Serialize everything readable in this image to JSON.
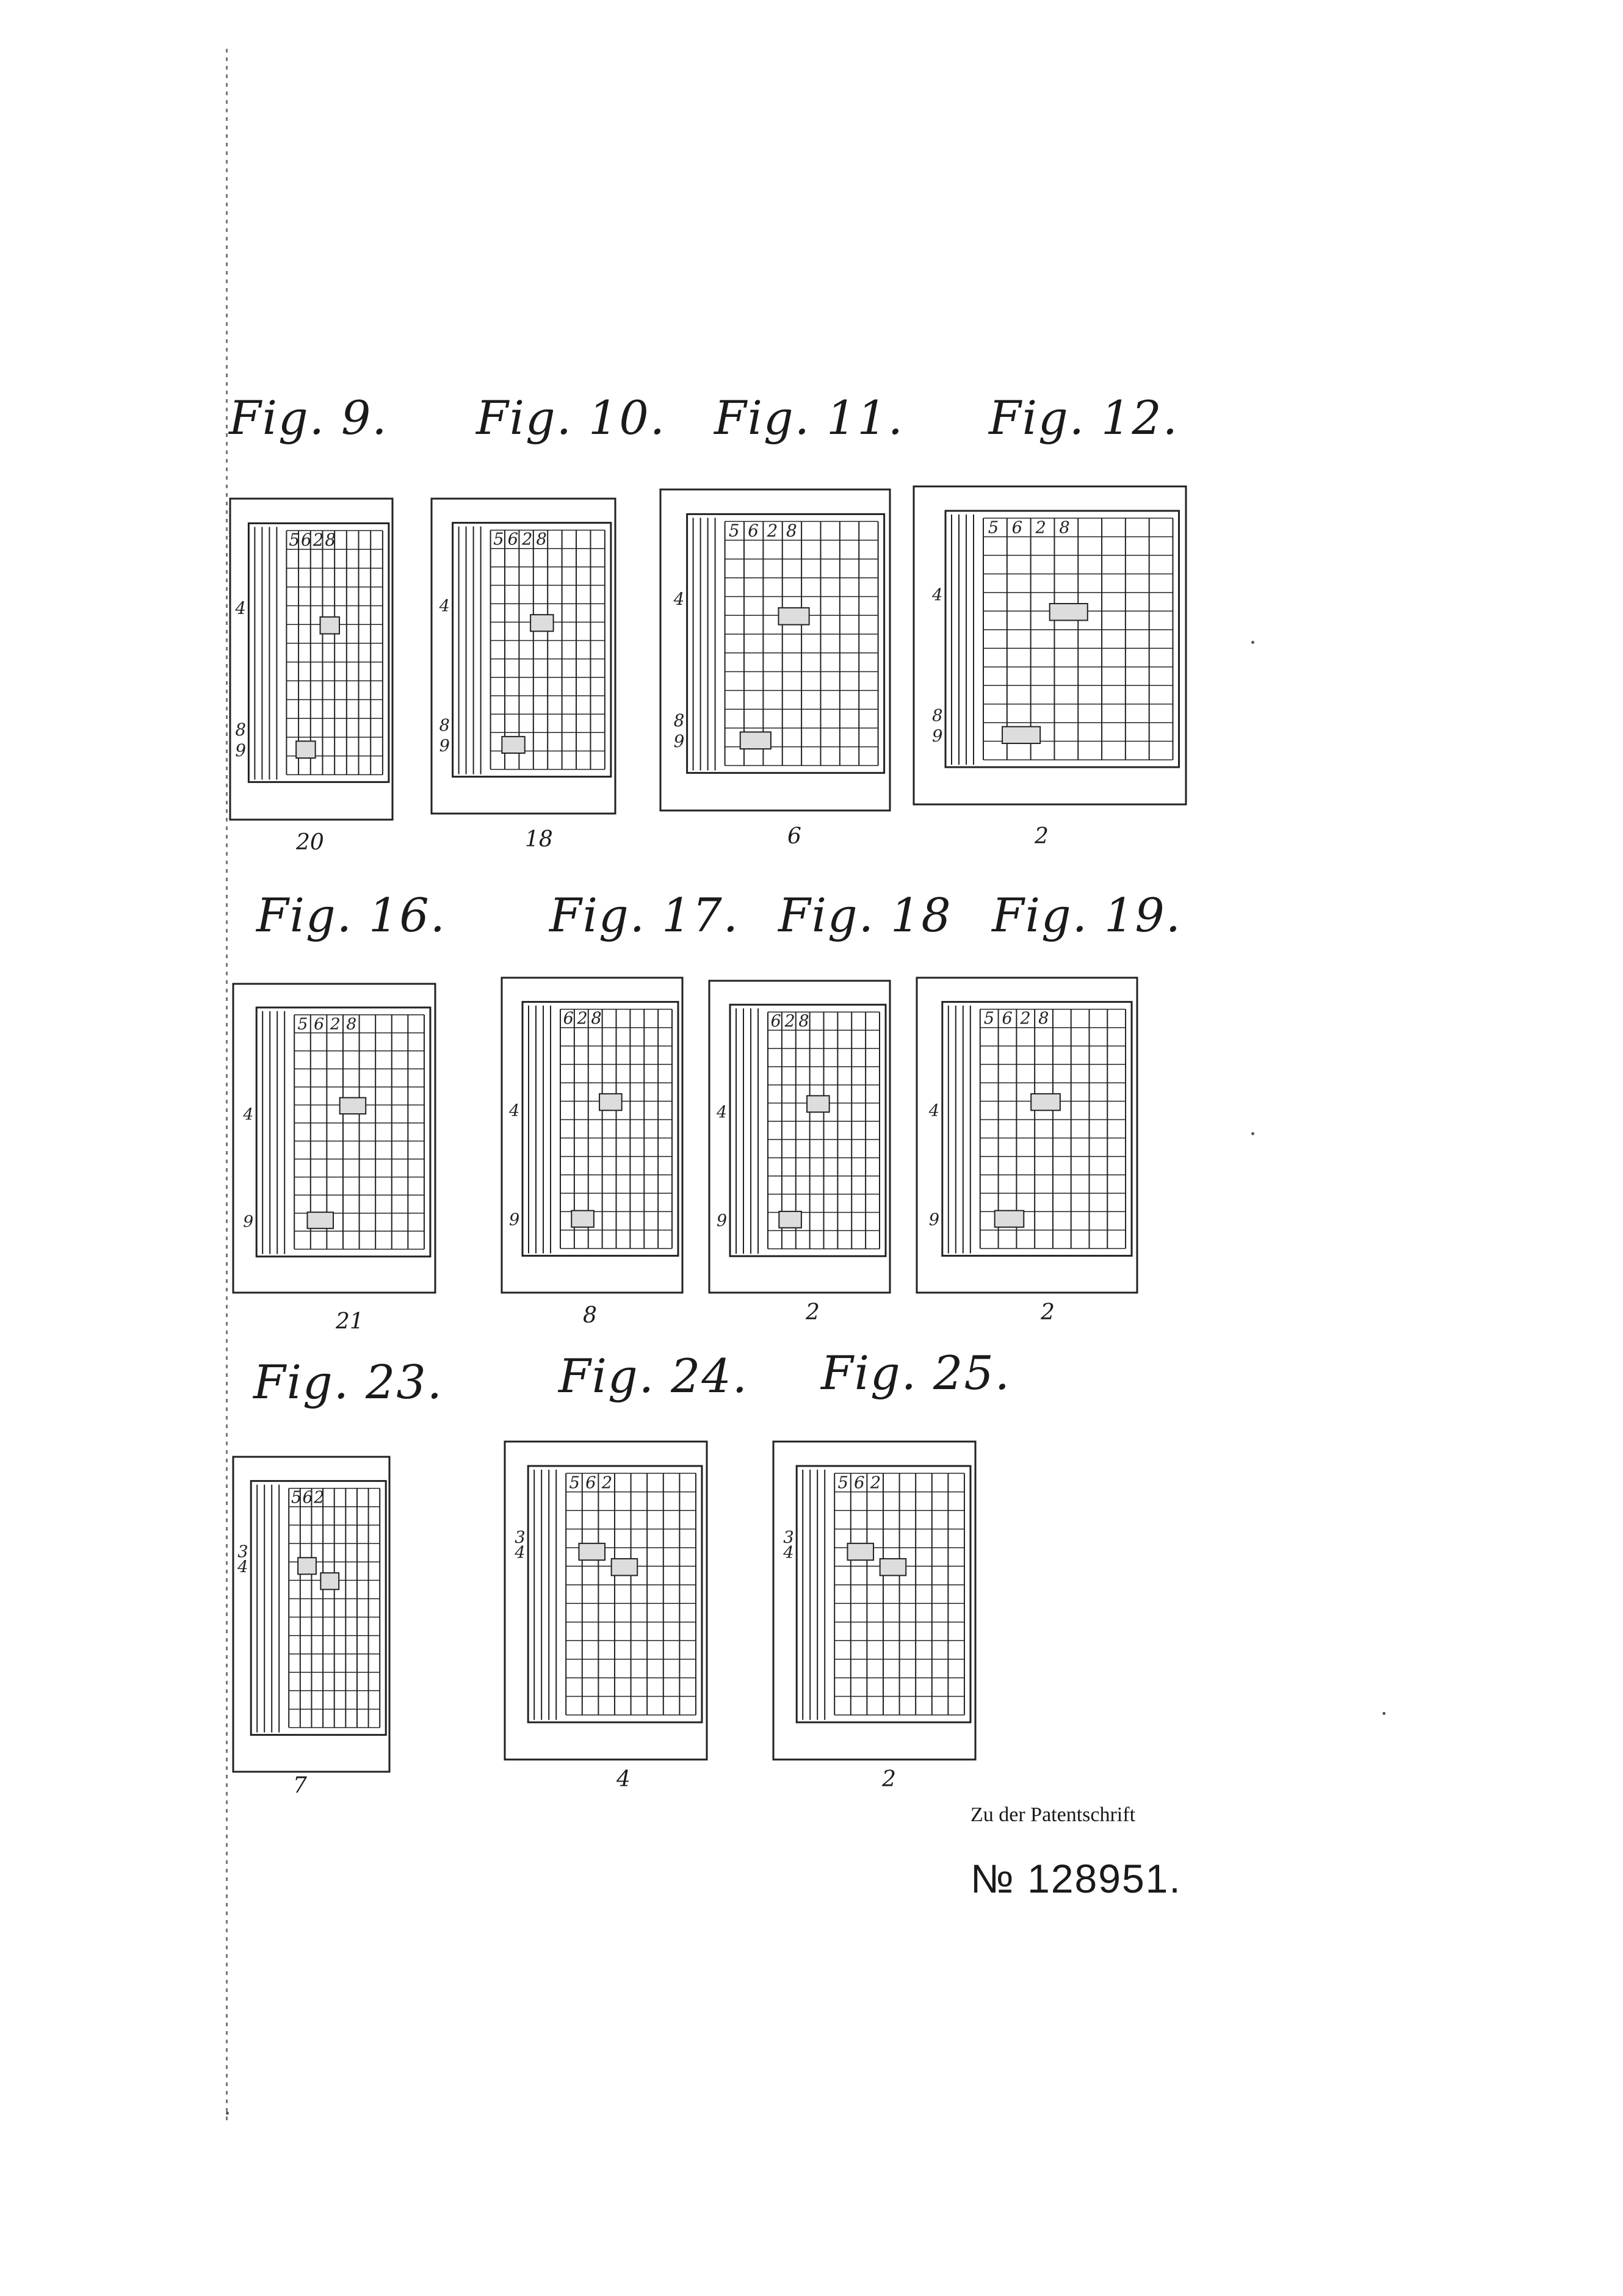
{
  "figures": [
    {
      "label": "Fig. 9.",
      "number": "20",
      "digits": [
        "5",
        "6",
        "2",
        "8"
      ],
      "row_numbers": [
        "4",
        "8",
        "9"
      ]
    },
    {
      "label": "Fig. 10.",
      "number": "18",
      "digits": [
        "5",
        "6",
        "2",
        "8"
      ],
      "row_numbers": [
        "4",
        "8",
        "9"
      ]
    },
    {
      "label": "Fig. 11.",
      "number": "6",
      "digits": [
        "5",
        "6",
        "2",
        "8"
      ],
      "row_numbers": [
        "4",
        "8",
        "9"
      ]
    },
    {
      "label": "Fig. 12.",
      "number": "2",
      "digits": [
        "5",
        "6",
        "2",
        "8"
      ],
      "row_numbers": [
        "4",
        "8",
        "9"
      ]
    },
    {
      "label": "Fig. 16.",
      "number": "21",
      "digits": [
        "5",
        "6",
        "2",
        "8"
      ],
      "row_numbers": [
        "4",
        "9"
      ]
    },
    {
      "label": "Fig. 17.",
      "number": "8",
      "digits": [
        "6",
        "2",
        "8"
      ],
      "row_numbers": [
        "4",
        "9"
      ]
    },
    {
      "label": "Fig. 18",
      "number": "2",
      "digits": [
        "6",
        "2",
        "8"
      ],
      "row_numbers": [
        "4",
        "9"
      ]
    },
    {
      "label": "Fig. 19.",
      "number": "2",
      "digits": [
        "5",
        "6",
        "2",
        "8"
      ],
      "row_numbers": [
        "4",
        "9"
      ]
    },
    {
      "label": "Fig. 23.",
      "number": "7",
      "digits": [
        "5",
        "6",
        "2"
      ],
      "row_numbers": [
        "3",
        "4"
      ]
    },
    {
      "label": "Fig. 24.",
      "number": "4",
      "digits": [
        "5",
        "6",
        "2"
      ],
      "row_numbers": [
        "3",
        "4"
      ]
    },
    {
      "label": "Fig. 25.",
      "number": "2",
      "digits": [
        "5",
        "6",
        "2"
      ],
      "row_numbers": [
        "3",
        "4"
      ]
    }
  ],
  "footer": {
    "caption": "Zu der Patentschrift",
    "patent_number": "№ 128951."
  }
}
